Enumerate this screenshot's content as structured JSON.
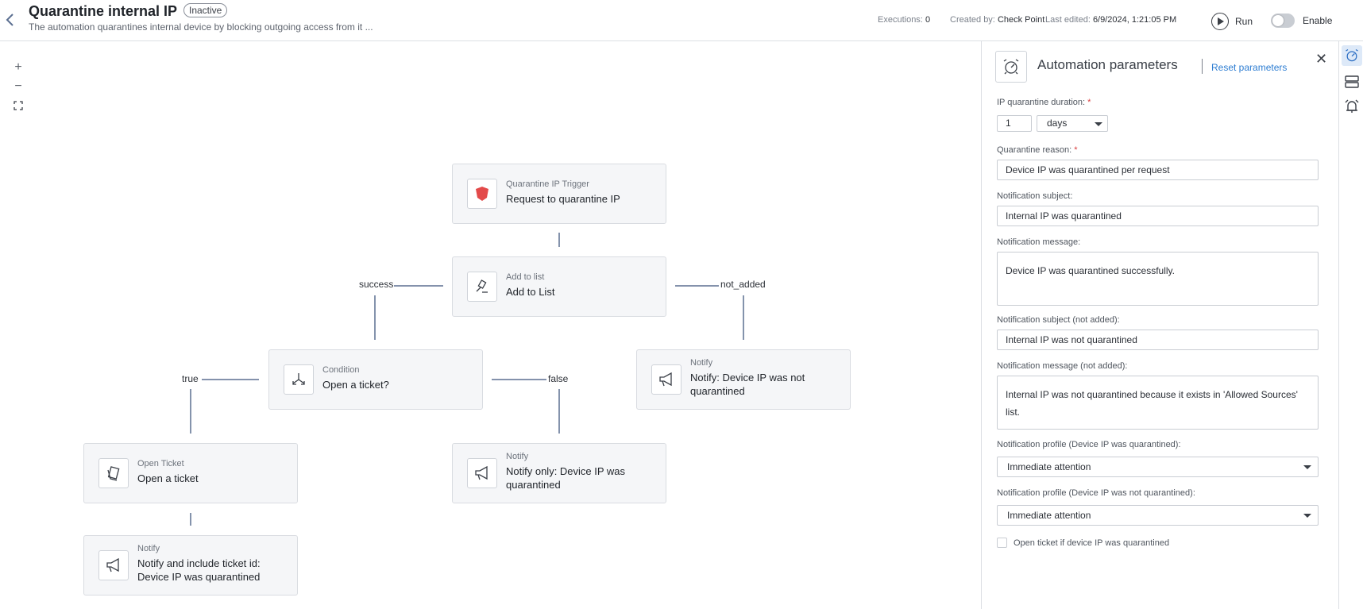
{
  "header": {
    "title": "Quarantine internal IP",
    "status_badge": "Inactive",
    "subtitle": "The automation quarantines internal device by blocking outgoing access from it ...",
    "executions_label": "Executions:",
    "executions_value": "0",
    "created_label": "Created by:",
    "created_value": "Check Point",
    "edited_label": "Last edited:",
    "edited_value": "6/9/2024, 1:21:05 PM",
    "run_label": "Run",
    "enable_label": "Enable"
  },
  "canvas": {
    "zoom": {
      "in": "+",
      "out": "−"
    },
    "edges": {
      "success": "success",
      "not_added": "not_added",
      "true": "true",
      "false": "false"
    },
    "nodes": [
      {
        "type": "Quarantine IP Trigger",
        "name": "Request to quarantine IP",
        "icon": "shield-icon"
      },
      {
        "type": "Add to list",
        "name": "Add to List",
        "icon": "gavel-icon"
      },
      {
        "type": "Condition",
        "name": "Open a ticket?",
        "icon": "branch-icon"
      },
      {
        "type": "Notify",
        "name": "Notify: Device IP was not quarantined",
        "icon": "megaphone-icon"
      },
      {
        "type": "Open Ticket",
        "name": "Open a ticket",
        "icon": "ticket-icon"
      },
      {
        "type": "Notify",
        "name": "Notify only: Device IP was quarantined",
        "icon": "megaphone-icon"
      },
      {
        "type": "Notify",
        "name": "Notify and include ticket id: Device IP was quarantined",
        "icon": "megaphone-icon"
      }
    ]
  },
  "panel": {
    "title": "Automation parameters",
    "reset": "Reset parameters",
    "duration_label": "IP quarantine duration:",
    "duration_value": "1",
    "duration_unit": "days",
    "reason_label": "Quarantine reason:",
    "reason_value": "Device IP was quarantined per request",
    "subject_label": "Notification subject:",
    "subject_value": "Internal IP was quarantined",
    "message_label": "Notification message:",
    "message_value": "Device IP was quarantined successfully.",
    "subject_na_label": "Notification subject (not added):",
    "subject_na_value": "Internal IP was not quarantined",
    "message_na_label": "Notification message (not added):",
    "message_na_value": "Internal IP was not quarantined because it exists in 'Allowed Sources' list.",
    "profile_q_label": "Notification profile (Device IP was quarantined):",
    "profile_q_value": "Immediate attention",
    "profile_nq_label": "Notification profile (Device IP was not quarantined):",
    "profile_nq_value": "Immediate attention",
    "checkbox_label": "Open ticket if device IP was quarantined",
    "required_mark": "*"
  },
  "colors": {
    "accent": "#2d7dd2",
    "shield": "#e34a4a",
    "edge": "#5b6f91"
  }
}
